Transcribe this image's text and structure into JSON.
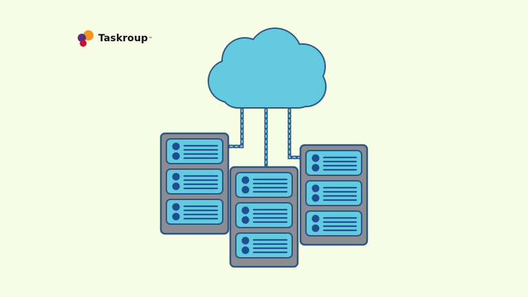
{
  "brand": {
    "name": "Taskroup",
    "trademark": "™",
    "icon": "taskroup-logo-icon",
    "colors": {
      "orange": "#f7941d",
      "purple": "#5b2a86",
      "red": "#c0152f"
    }
  },
  "illustration": {
    "cloud_icon": "cloud-icon",
    "server_icon": "server-rack-icon",
    "racks": [
      {
        "units": 3
      },
      {
        "units": 3
      },
      {
        "units": 3
      }
    ],
    "colors": {
      "background": "#f8fde6",
      "cloud_fill": "#63cadf",
      "outline": "#2e5580",
      "rack_body": "#8a8d94",
      "unit_fill": "#63cadf",
      "unit_detail": "#1d4f93"
    }
  }
}
